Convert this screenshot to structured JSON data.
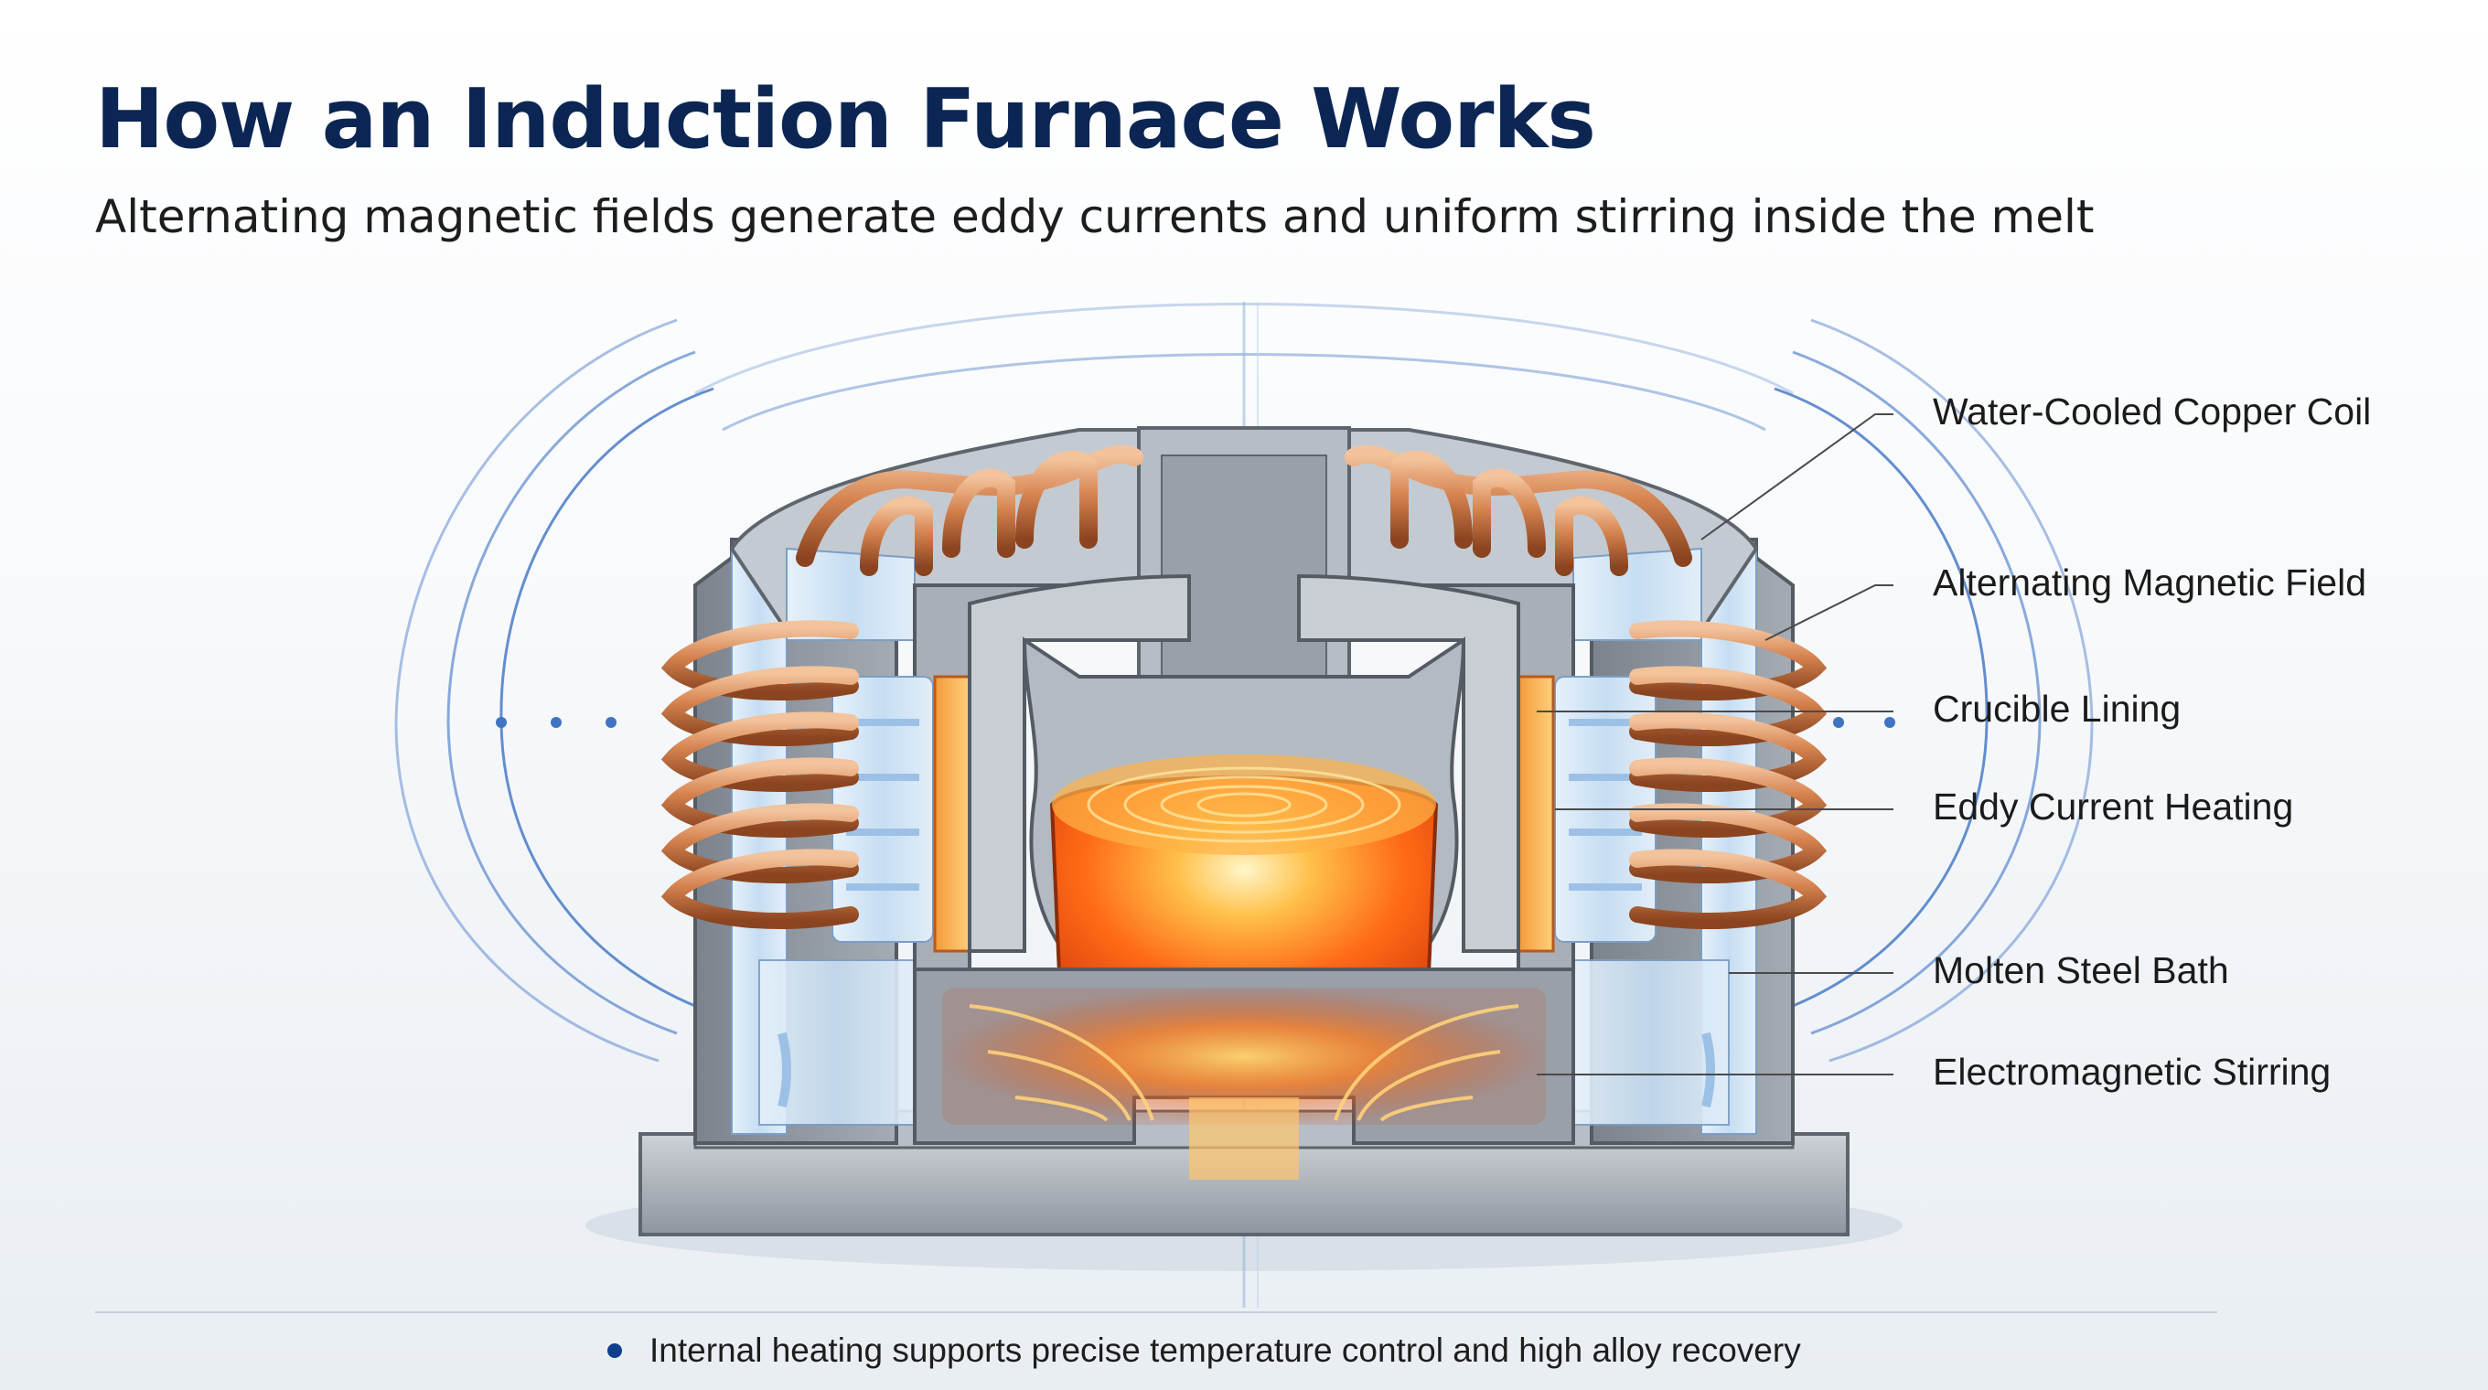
{
  "title": "How an Induction Furnace Works",
  "subtitle": "Alternating magnetic fields generate eddy currents and uniform stirring inside the melt",
  "labels": [
    "Water-Cooled Copper Coil",
    "Alternating Magnetic Field",
    "Crucible Lining",
    "Eddy Current Heating",
    "Molten Steel Bath",
    "Electromagnetic Stirring"
  ],
  "footer": {
    "note": "Internal heating supports precise temperature control and high alloy recovery"
  },
  "colors": {
    "title": "#0c2653",
    "field_lines": "#3f73c4",
    "copper": "#c8743f",
    "molten": "#ff7a1a",
    "lining": "#a9afb7",
    "cooling_water": "#cfe2f5",
    "bullet": "#0f3e8c"
  }
}
